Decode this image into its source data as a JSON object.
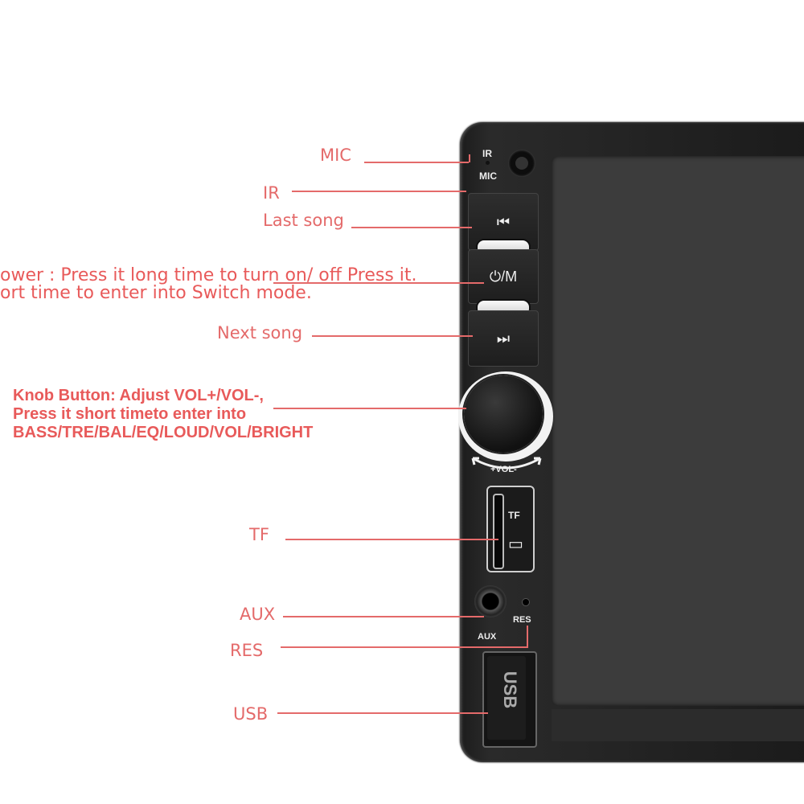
{
  "callouts": {
    "mic": "MIC",
    "ir": "IR",
    "last_song": "Last song",
    "power_line1": "ower : Press it long time to turn on/ off Press it.",
    "power_line2": "ort time to enter into Switch mode.",
    "next_song": "Next song",
    "knob_line1": "Knob Button: Adjust VOL+/VOL-,",
    "knob_line2": "Press it short timeto enter into",
    "knob_line3": "BASS/TRE/BAL/EQ/LOUD/VOL/BRIGHT",
    "tf": "TF",
    "aux": "AUX",
    "res": "RES",
    "usb": "USB"
  },
  "device": {
    "ir_label": "IR",
    "mic_label": "MIC",
    "prev_icon": "⏮",
    "power_mode_label": "⏻/M",
    "next_icon": "⏭",
    "vol_label": "+VOL-",
    "tf_label": "TF",
    "tf_card_icon": "▭",
    "aux_label": "AUX",
    "res_label": "RES",
    "usb_label": "USB"
  },
  "colors": {
    "callout": "#e46a6a",
    "device_body": "#1c1c1c",
    "screen": "#3c3c3c"
  }
}
